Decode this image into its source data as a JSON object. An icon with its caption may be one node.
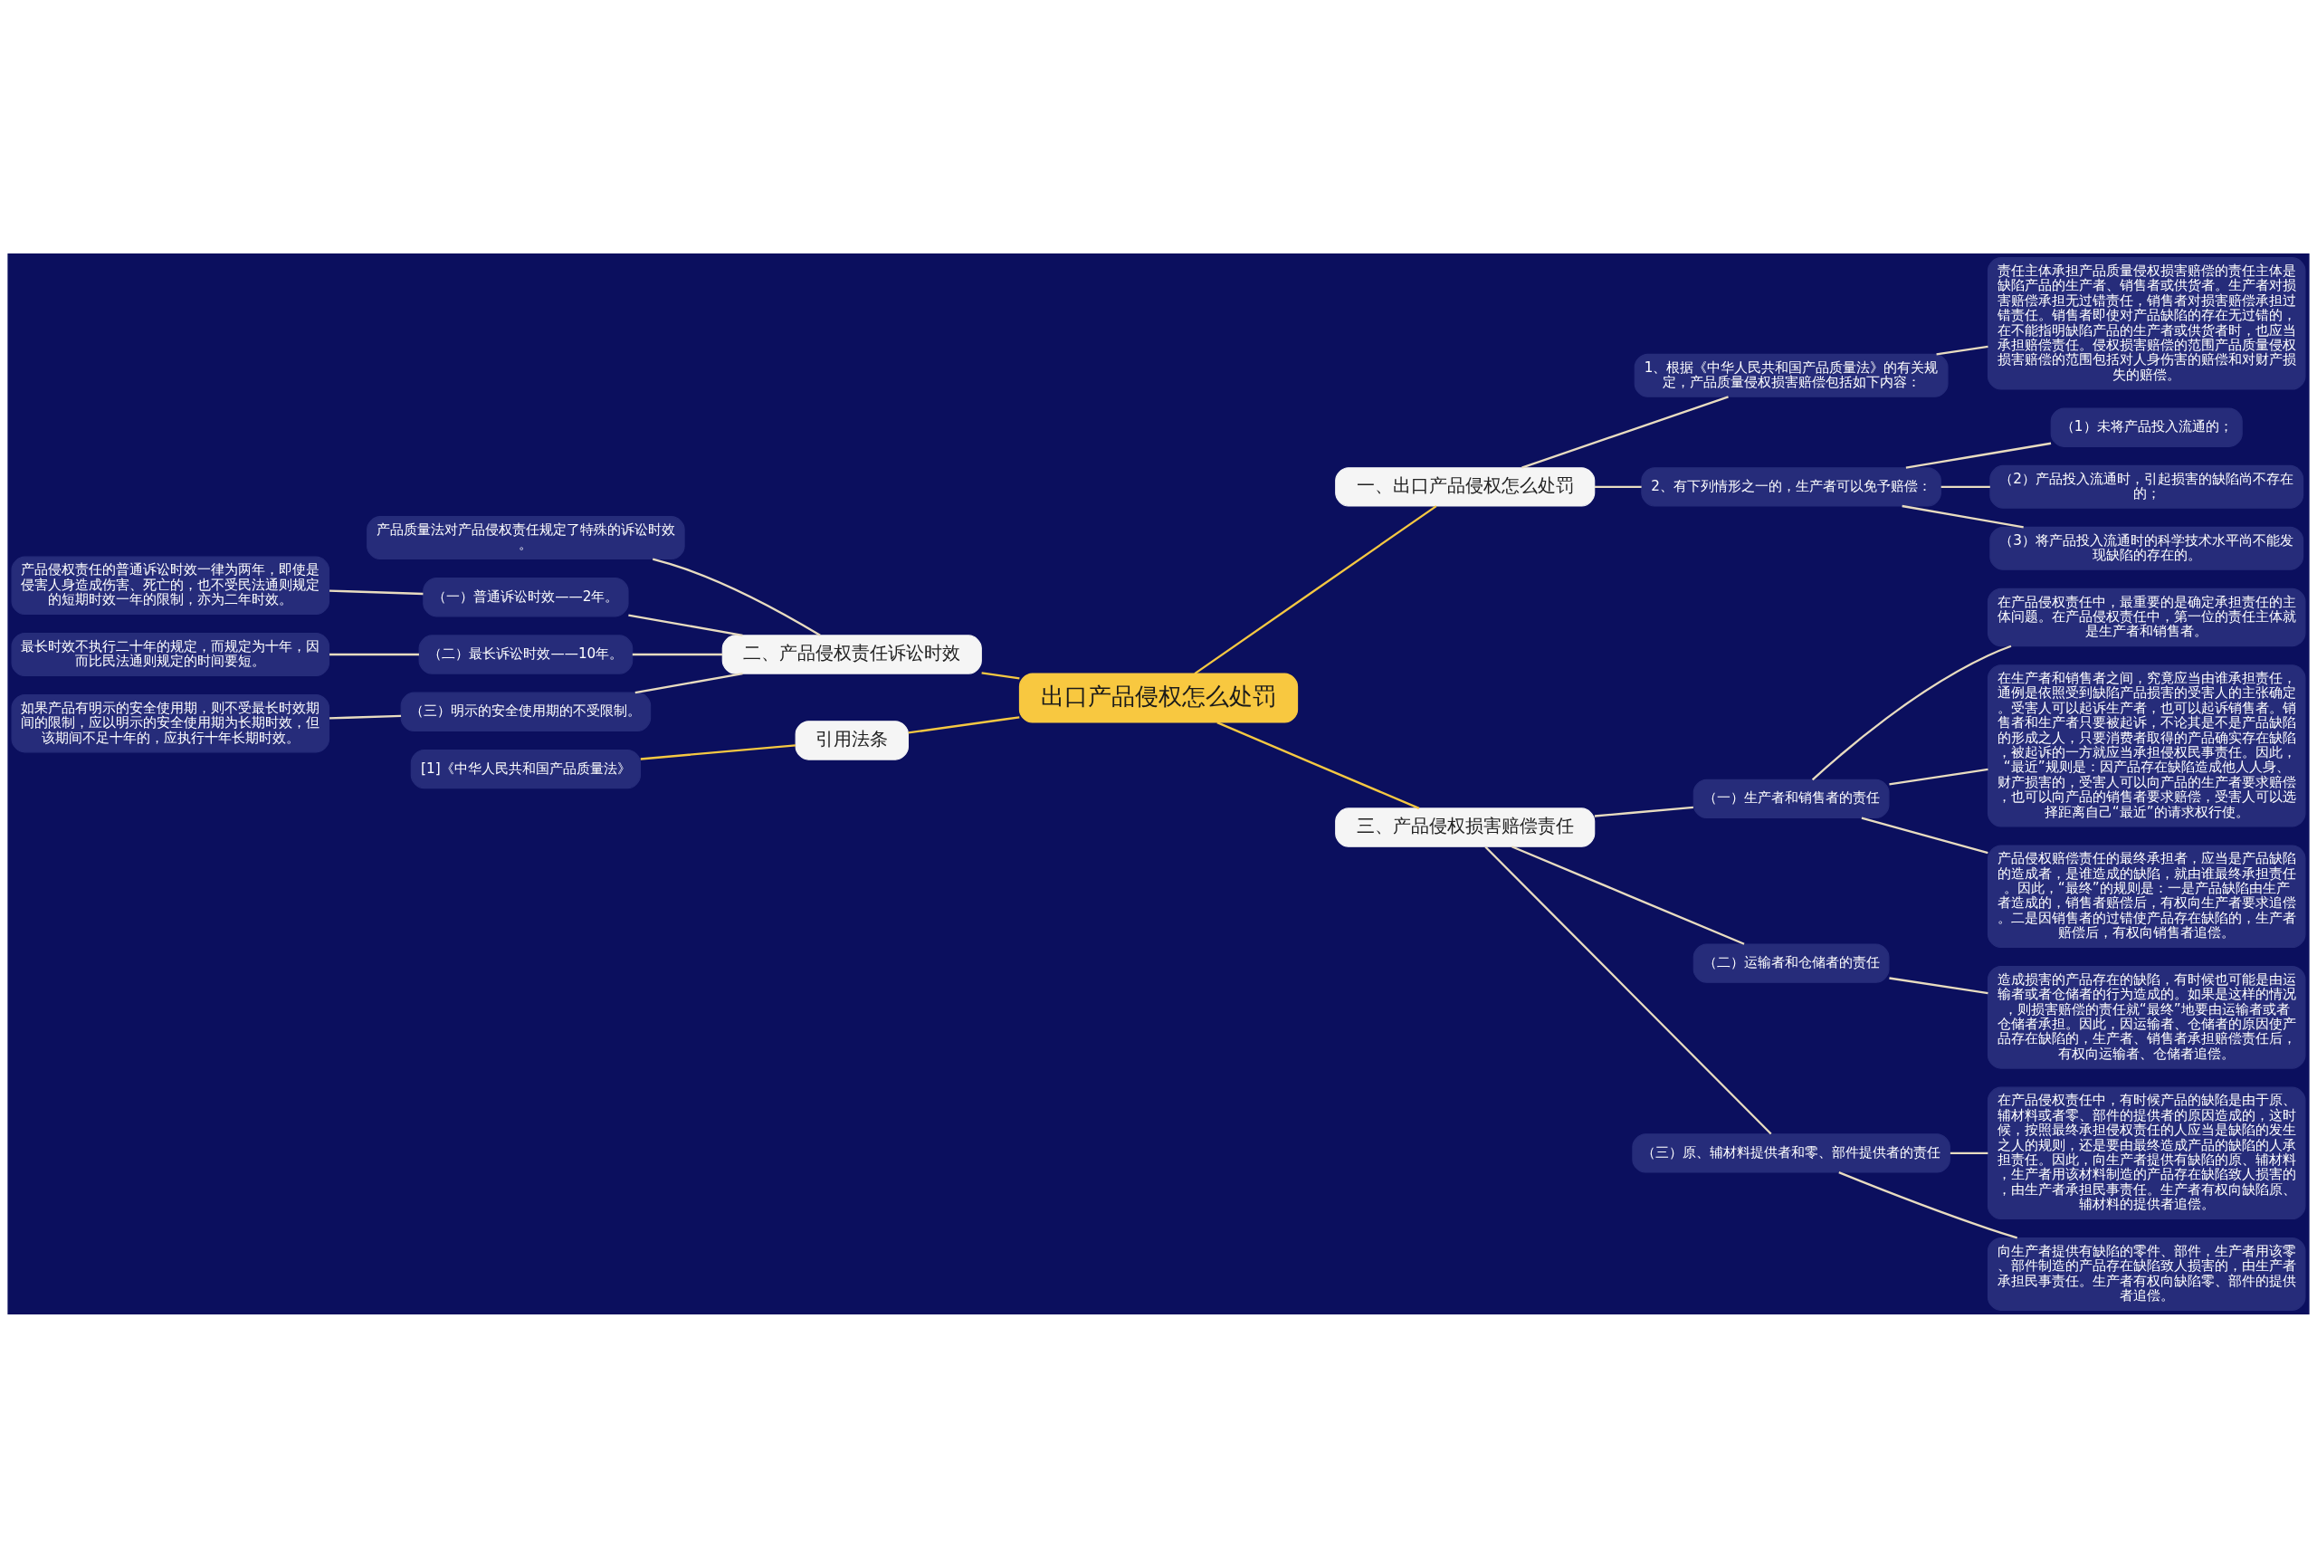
{
  "diagram": {
    "nodes": [
      {
        "text": [
          "出口产品侵权怎么处罚"
        ]
      },
      {
        "text": [
          "一、出口产品侵权怎么处罚"
        ]
      },
      {
        "text": [
          "1、根据《中华人民共和国产品质量法》的有关规定，产品质量侵权损害赔偿包括如下内容："
        ]
      },
      {
        "text": [
          "责任主体承担产品质量侵权损害赔偿的责任主体是缺陷产品的生产者、销售者或供货者。生产者对损害赔偿承担无过错责任，销售者对损害赔偿承担过错责任。销售者即使对产品缺陷的存在无过错的，在不能指明缺陷产品的生产者或供货者时，也应当承担赔偿责任。侵权损害赔偿的范围产品质量侵权损害赔偿的范围包括对人身伤害的赔偿和对财产损失的赔偿。"
        ]
      },
      {
        "text": [
          "2、有下列情形之一的，生产者可以免予赔偿："
        ]
      },
      {
        "text": [
          "（1）未将产品投入流通的；"
        ]
      },
      {
        "text": [
          "（2）产品投入流通时，引起损害的缺陷尚不存在的；"
        ]
      },
      {
        "text": [
          "（3）将产品投入流通时的科学技术水平尚不能发现缺陷的存在的。"
        ]
      },
      {
        "text": [
          "二、产品侵权责任诉讼时效"
        ]
      },
      {
        "text": [
          "产品质量法对产品侵权责任规定了特殊的诉讼时效。"
        ]
      },
      {
        "text": [
          "（一）普通诉讼时效——2年。"
        ]
      },
      {
        "text": [
          "产品侵权责任的普通诉讼时效一律为两年，即使是侵害人身造成伤害、死亡的，也不受民法通则规定的短期时效一年的限制，亦为二年时效。"
        ]
      },
      {
        "text": [
          "（二）最长诉讼时效——10年。"
        ]
      },
      {
        "text": [
          "最长时效不执行二十年的规定，而规定为十年，因而比民法通则规定的时间要短。"
        ]
      },
      {
        "text": [
          "（三）明示的安全使用期的不受限制。"
        ]
      },
      {
        "text": [
          "如果产品有明示的安全使用期，则不受最长时效期间的限制，应以明示的安全使用期为长期时效，但该期间不足十年的，应执行十年长期时效。"
        ]
      },
      {
        "text": [
          "引用法条"
        ]
      },
      {
        "text": [
          "[1]《中华人民共和国产品质量法》"
        ]
      },
      {
        "text": [
          "三、产品侵权损害赔偿责任"
        ]
      },
      {
        "text": [
          "（一）生产者和销售者的责任"
        ]
      },
      {
        "text": [
          "在产品侵权责任中，最重要的是确定承担责任的主体问题。在产品侵权责任中，第一位的责任主体就是生产者和销售者。"
        ]
      },
      {
        "text": [
          "在生产者和销售者之间，究竟应当由谁承担责任，通例是依照受到缺陷产品损害的受害人的主张确定。受害人可以起诉生产者，也可以起诉销售者。销售者和生产者只要被起诉，不论其是不是产品缺陷的形成之人，只要消费者取得的产品确实存在缺陷，被起诉的一方就应当承担侵权民事责任。因此，“最近”规则是：因产品存在缺陷造成他人人身、财产损害的，受害人可以向产品的生产者要求赔偿，也可以向产品的销售者要求赔偿，受害人可以选择距离自己“最近”的请求权行使。"
        ]
      },
      {
        "text": [
          "产品侵权赔偿责任的最终承担者，应当是产品缺陷的造成者，是谁造成的缺陷，就由谁最终承担责任。因此，“最终”的规则是：一是产品缺陷由生产者造成的，销售者赔偿后，有权向生产者要求追偿。二是因销售者的过错使产品存在缺陷的，生产者赔偿后，有权向销售者追偿。"
        ]
      },
      {
        "text": [
          "（二）运输者和仓储者的责任"
        ]
      },
      {
        "text": [
          "造成损害的产品存在的缺陷，有时候也可能是由运输者或者仓储者的行为造成的。如果是这样的情况，则损害赔偿的责任就“最终”地要由运输者或者仓储者承担。因此，因运输者、仓储者的原因使产品存在缺陷的，生产者、销售者承担赔偿责任后，有权向运输者、仓储者追偿。"
        ]
      },
      {
        "text": [
          "（三）原、辅材料提供者和零、部件提供者的责任"
        ]
      },
      {
        "text": [
          "在产品侵权责任中，有时候产品的缺陷是由于原、辅材料或者零、部件的提供者的原因造成的，这时候，按照最终承担侵权责任的人应当是缺陷的发生之人的规则，还是要由最终造成产品的缺陷的人承担责任。因此，向生产者提供有缺陷的原、辅材料，生产者用该材料制造的产品存在缺陷致人损害的，由生产者承担民事责任。生产者有权向缺陷原、辅材料的提供者追偿。"
        ]
      },
      {
        "text": [
          "向生产者提供有缺陷的零件、部件，生产者用该零、部件制造的产品存在缺陷致人损害的，由生产者承担民事责任。生产者有权向缺陷零、部件的提供者追偿。"
        ]
      }
    ],
    "edges": [
      {
        "from": 0,
        "to": 1,
        "arrow": "none",
        "color": "#f5c842"
      },
      {
        "from": 1,
        "to": 2,
        "arrow": "none"
      },
      {
        "from": 2,
        "to": 3,
        "arrow": "none"
      },
      {
        "from": 1,
        "to": 4,
        "arrow": "none"
      },
      {
        "from": 4,
        "to": 5,
        "arrow": "none"
      },
      {
        "from": 4,
        "to": 6,
        "arrow": "none"
      },
      {
        "from": 4,
        "to": 7,
        "arrow": "none"
      },
      {
        "from": 0,
        "to": 8,
        "arrow": "none",
        "color": "#f5c842"
      },
      {
        "from": 8,
        "to": 9,
        "arrow": "none"
      },
      {
        "from": 8,
        "to": 10,
        "arrow": "none"
      },
      {
        "from": 10,
        "to": 11,
        "arrow": "none"
      },
      {
        "from": 8,
        "to": 12,
        "arrow": "none"
      },
      {
        "from": 12,
        "to": 13,
        "arrow": "none"
      },
      {
        "from": 8,
        "to": 14,
        "arrow": "none"
      },
      {
        "from": 14,
        "to": 15,
        "arrow": "none"
      },
      {
        "from": 0,
        "to": 16,
        "arrow": "none",
        "color": "#f5c842"
      },
      {
        "from": 16,
        "to": 17,
        "arrow": "none",
        "color": "#f5c842"
      },
      {
        "from": 0,
        "to": 18,
        "arrow": "none",
        "color": "#f5c842"
      },
      {
        "from": 18,
        "to": 19,
        "arrow": "none"
      },
      {
        "from": 19,
        "to": 20,
        "arrow": "none"
      },
      {
        "from": 19,
        "to": 21,
        "arrow": "none"
      },
      {
        "from": 19,
        "to": 22,
        "arrow": "none"
      },
      {
        "from": 18,
        "to": 23,
        "arrow": "none"
      },
      {
        "from": 23,
        "to": 24,
        "arrow": "none"
      },
      {
        "from": 18,
        "to": 25,
        "arrow": "none"
      },
      {
        "from": 25,
        "to": 26,
        "arrow": "none"
      },
      {
        "from": 25,
        "to": 27,
        "arrow": "none"
      }
    ]
  }
}
